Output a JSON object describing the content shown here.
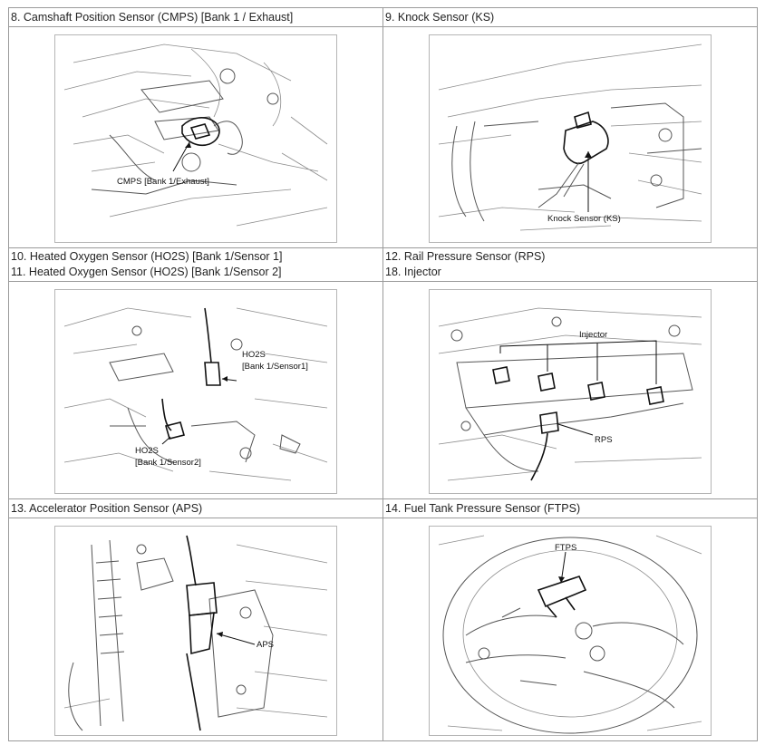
{
  "cells": {
    "cmps": {
      "title": "8. Camshaft Position Sensor (CMPS) [Bank 1 / Exhaust]",
      "callout": "CMPS [Bank 1/Exhaust]"
    },
    "ks": {
      "title": "9. Knock Sensor (KS)",
      "callout": "Knock Sensor (KS)"
    },
    "ho2s": {
      "title_1": "10. Heated Oxygen Sensor (HO2S) [Bank 1/Sensor 1]",
      "title_2": "11. Heated Oxygen Sensor (HO2S) [Bank 1/Sensor 2]",
      "callout_1a": "HO2S",
      "callout_1b": "[Bank 1/Sensor1]",
      "callout_2a": "HO2S",
      "callout_2b": "[Bank 1/Sensor2]"
    },
    "rps": {
      "title_1": "12. Rail Pressure Sensor (RPS)",
      "title_2": "18. Injector",
      "callout_injector": "Injector",
      "callout_rps": "RPS"
    },
    "aps": {
      "title": "13. Accelerator Position Sensor (APS)",
      "callout": "APS"
    },
    "ftps": {
      "title": "14. Fuel Tank Pressure Sensor (FTPS)",
      "callout": "FTPS"
    }
  },
  "colors": {
    "border": "#9a9a9a",
    "text": "#222222",
    "line_art": "#555555"
  }
}
